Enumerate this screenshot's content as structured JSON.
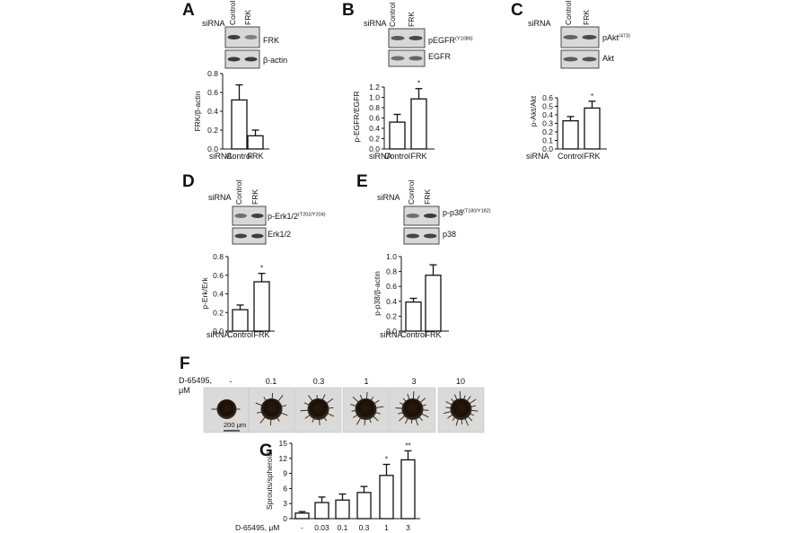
{
  "panels": {
    "A": {
      "letter": "A",
      "sirna": "siRNA",
      "lane_labels": [
        "Control",
        "FRK"
      ],
      "blot_labels": [
        "FRK",
        "β-actin"
      ],
      "chart_data": {
        "type": "bar",
        "categories": [
          "Control",
          "FRK"
        ],
        "values": [
          0.52,
          0.14
        ],
        "errors": [
          0.16,
          0.06
        ],
        "ylabel": "FRK/β-actin",
        "ylim": [
          0,
          0.8
        ],
        "yticks": [
          "0.0",
          "0.2",
          "0.4",
          "0.6",
          "0.8"
        ],
        "ytick_values": [
          0,
          0.2,
          0.4,
          0.6,
          0.8
        ],
        "sig": [
          "",
          ""
        ]
      }
    },
    "B": {
      "letter": "B",
      "sirna": "siRNA",
      "lane_labels": [
        "Control",
        "FRK"
      ],
      "blot_labels": [
        "pEGFR",
        "EGFR"
      ],
      "blot_sup": [
        "(Y1086)",
        ""
      ],
      "chart_data": {
        "type": "bar",
        "categories": [
          "Control",
          "FRK"
        ],
        "values": [
          0.52,
          0.97
        ],
        "errors": [
          0.15,
          0.2
        ],
        "ylabel": "p-EGFR/EGFR",
        "ylim": [
          0,
          1.2
        ],
        "yticks": [
          "0.0",
          "0.2",
          "0.4",
          "0.6",
          "0.8",
          "1.0",
          "1.2"
        ],
        "ytick_values": [
          0,
          0.2,
          0.4,
          0.6,
          0.8,
          1.0,
          1.2
        ],
        "sig": [
          "",
          "*"
        ]
      }
    },
    "C": {
      "letter": "C",
      "sirna": "siRNA",
      "lane_labels": [
        "Control",
        "FRK"
      ],
      "blot_labels": [
        "pAkt",
        "Akt"
      ],
      "blot_sup": [
        "(473)",
        ""
      ],
      "chart_data": {
        "type": "bar",
        "categories": [
          "Control",
          "FRK"
        ],
        "values": [
          0.33,
          0.48
        ],
        "errors": [
          0.05,
          0.08
        ],
        "ylabel": "p-Akt/Akt",
        "ylim": [
          0,
          0.6
        ],
        "yticks": [
          "0.0",
          "0.1",
          "0.2",
          "0.3",
          "0.4",
          "0.5",
          "0.6"
        ],
        "ytick_values": [
          0,
          0.1,
          0.2,
          0.3,
          0.4,
          0.5,
          0.6
        ],
        "sig": [
          "",
          "*"
        ]
      }
    },
    "D": {
      "letter": "D",
      "sirna": "siRNA",
      "lane_labels": [
        "Control",
        "FRK"
      ],
      "blot_labels": [
        "p-Erk1/2",
        "Erk1/2"
      ],
      "blot_sup": [
        "(T202/Y204)",
        ""
      ],
      "chart_data": {
        "type": "bar",
        "categories": [
          "Control",
          "FRK"
        ],
        "values": [
          0.23,
          0.53
        ],
        "errors": [
          0.05,
          0.09
        ],
        "ylabel": "p-Erk/Erk",
        "ylim": [
          0,
          0.8
        ],
        "yticks": [
          "0.0",
          "0.2",
          "0.4",
          "0.6",
          "0.8"
        ],
        "ytick_values": [
          0,
          0.2,
          0.4,
          0.6,
          0.8
        ],
        "sig": [
          "",
          "*"
        ]
      }
    },
    "E": {
      "letter": "E",
      "sirna": "siRNA",
      "lane_labels": [
        "Control",
        "FRK"
      ],
      "blot_labels": [
        "p-p38",
        "p38"
      ],
      "blot_sup": [
        "(T180/Y182)",
        ""
      ],
      "chart_data": {
        "type": "bar",
        "categories": [
          "Control",
          "FRK"
        ],
        "values": [
          0.39,
          0.75
        ],
        "errors": [
          0.05,
          0.14
        ],
        "ylabel": "p-p38/β-actin",
        "ylim": [
          0,
          1.0
        ],
        "yticks": [
          "0.0",
          "0.2",
          "0.4",
          "0.6",
          "0.8",
          "1.0"
        ],
        "ytick_values": [
          0,
          0.2,
          0.4,
          0.6,
          0.8,
          1.0
        ],
        "sig": [
          "",
          ""
        ]
      }
    },
    "F": {
      "letter": "F",
      "conc_label": "D-65495,",
      "unit_label": "μM",
      "concentrations": [
        "-",
        "0.1",
        "0.3",
        "1",
        "3",
        "10"
      ],
      "scale_bar": "200 μm"
    },
    "G": {
      "letter": "G",
      "chart_data": {
        "type": "bar",
        "categories": [
          "-",
          "0.03",
          "0.1",
          "0.3",
          "1",
          "3"
        ],
        "values": [
          1.1,
          3.2,
          3.7,
          5.2,
          8.6,
          11.7
        ],
        "errors": [
          0.3,
          1.1,
          1.2,
          1.2,
          2.2,
          1.8
        ],
        "ylabel": "Sprouts/spheroid",
        "xlabel": "D-65495, μM",
        "ylim": [
          0,
          15
        ],
        "yticks": [
          "0",
          "3",
          "6",
          "9",
          "12",
          "15"
        ],
        "ytick_values": [
          0,
          3,
          6,
          9,
          12,
          15
        ],
        "sig": [
          "",
          "",
          "",
          "",
          "*",
          "**"
        ]
      }
    }
  }
}
